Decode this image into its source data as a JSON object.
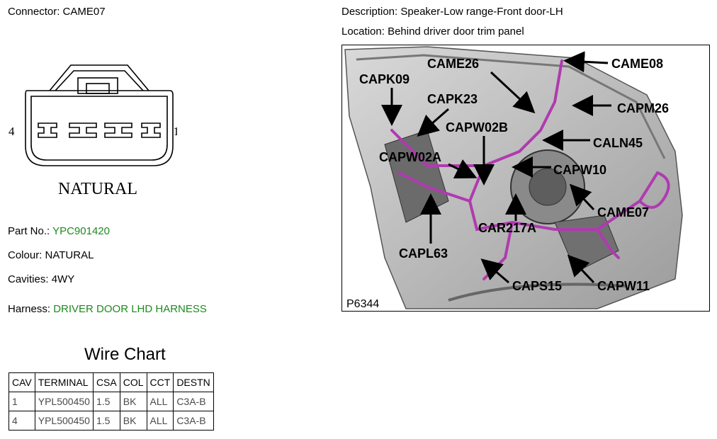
{
  "connector": {
    "label": "Connector:",
    "value": "CAME07"
  },
  "connector_drawing": {
    "pin_left": "4",
    "pin_right": "1",
    "colour_caption": "NATURAL"
  },
  "part_no": {
    "label": "Part No.:",
    "value": "YPC901420"
  },
  "colour": {
    "label": "Colour:",
    "value": "NATURAL"
  },
  "cavities": {
    "label": "Cavities:",
    "value": "4WY"
  },
  "harness": {
    "label": "Harness:",
    "value": "DRIVER DOOR LHD HARNESS"
  },
  "description": {
    "label": "Description:",
    "value": "Speaker-Low range-Front door-LH"
  },
  "location": {
    "label": "Location:",
    "value": "Behind driver door trim panel"
  },
  "wire_chart": {
    "title": "Wire Chart",
    "headers": [
      "CAV",
      "TERMINAL",
      "CSA",
      "COL",
      "CCT",
      "DESTN"
    ],
    "rows": [
      [
        "1",
        "YPL500450",
        "1.5",
        "BK",
        "ALL",
        "C3A-B"
      ],
      [
        "4",
        "YPL500450",
        "1.5",
        "BK",
        "ALL",
        "C3A-B"
      ]
    ]
  },
  "location_image": {
    "ref": "P6344",
    "callouts": [
      "CAME26",
      "CAME08",
      "CAPK09",
      "CAPK23",
      "CAPM26",
      "CAPW02B",
      "CALN45",
      "CAPW02A",
      "CAPW10",
      "CAME07",
      "CAR217A",
      "CAPL63",
      "CAPS15",
      "CAPW11"
    ]
  },
  "colors": {
    "green_text": "#1e8a1e",
    "harness_wire": "#b03ab0"
  }
}
